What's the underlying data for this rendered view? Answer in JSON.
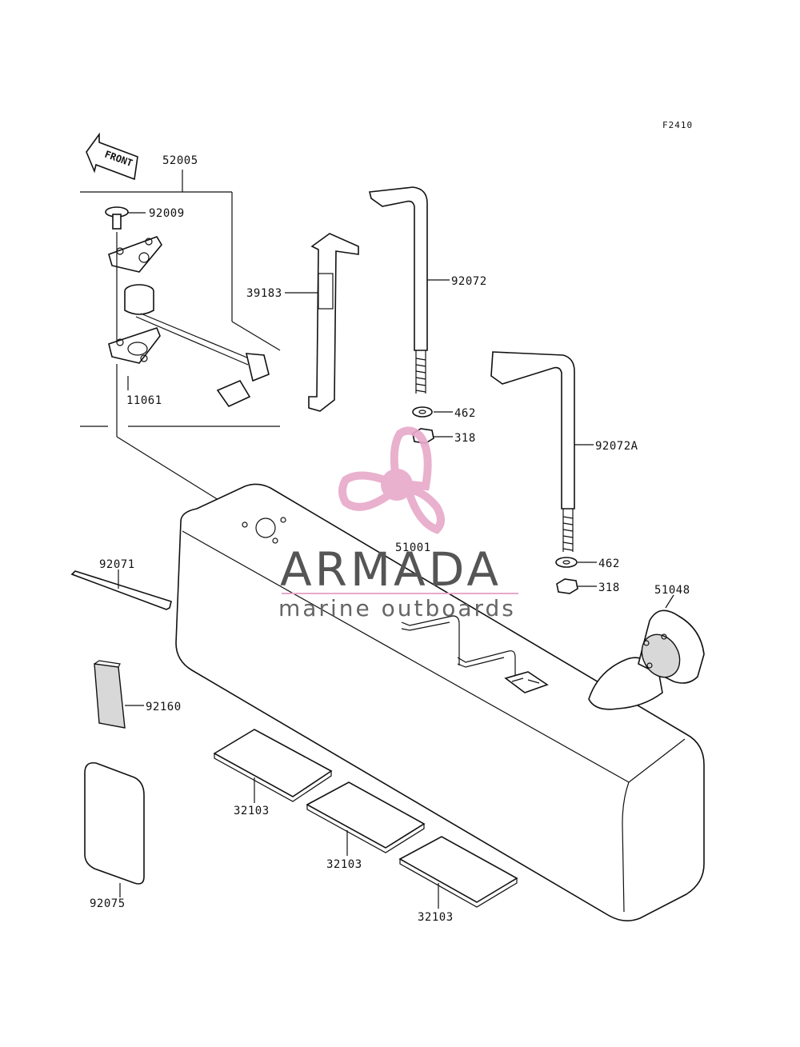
{
  "figure_code": "F2410",
  "front_indicator": "FRONT",
  "watermark": {
    "brand": "ARMADA",
    "tagline": "marine outboards",
    "color": "#e7a9c9"
  },
  "labels": {
    "p52005": "52005",
    "p92009": "92009",
    "p11061": "11061",
    "p39183": "39183",
    "p92072": "92072",
    "p462a": "462",
    "p318a": "318",
    "p92072A": "92072A",
    "p51001": "51001",
    "p462b": "462",
    "p318b": "318",
    "p51048": "51048",
    "p92071": "92071",
    "p92160": "92160",
    "p92075": "92075",
    "p32103a": "32103",
    "p32103b": "32103",
    "p32103c": "32103"
  }
}
